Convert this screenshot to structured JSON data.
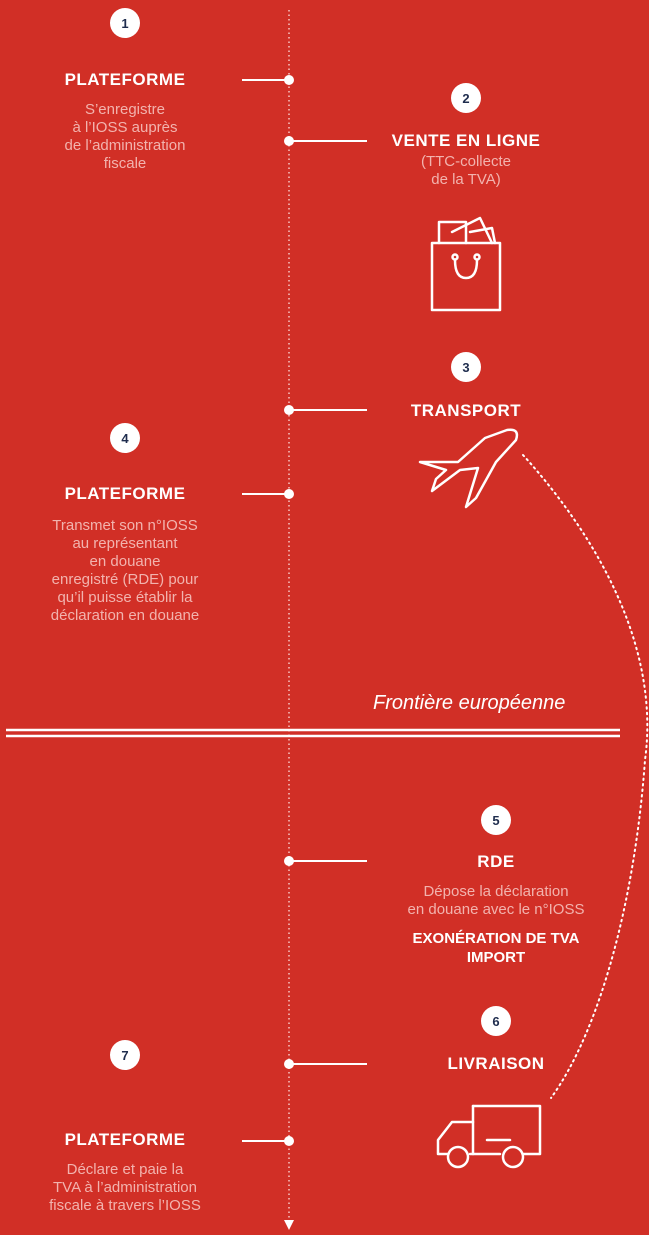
{
  "steps": [
    {
      "number": "1",
      "title": "PLATEFORME",
      "description": "S’enregistre\nà l’IOSS auprès\nde l’administration\nfiscale"
    },
    {
      "number": "2",
      "title": "VENTE EN LIGNE",
      "description": "(TTC-collecte\nde la TVA)",
      "icon": "shopping-bag-icon"
    },
    {
      "number": "3",
      "title": "TRANSPORT",
      "icon": "airplane-icon"
    },
    {
      "number": "4",
      "title": "PLATEFORME",
      "description": "Transmet son n°IOSS\nau représentant\nen douane\nenregistré (RDE) pour\nqu’il puisse établir la\ndéclaration en douane"
    },
    {
      "number": "5",
      "title": "RDE",
      "description": "Dépose la déclaration\nen douane avec le n°IOSS",
      "note": "EXONÉRATION DE TVA\nIMPORT"
    },
    {
      "number": "6",
      "title": "LIVRAISON",
      "icon": "delivery-truck-icon"
    },
    {
      "number": "7",
      "title": "PLATEFORME",
      "description": "Déclare et paie la\nTVA à l’administration\nfiscale à travers l’IOSS"
    }
  ],
  "border_label": "Frontière européenne",
  "colors": {
    "background": "#d12f26",
    "badge_text": "#1f2d4e",
    "description": "#f2b3ae",
    "line": "#ffffff"
  }
}
